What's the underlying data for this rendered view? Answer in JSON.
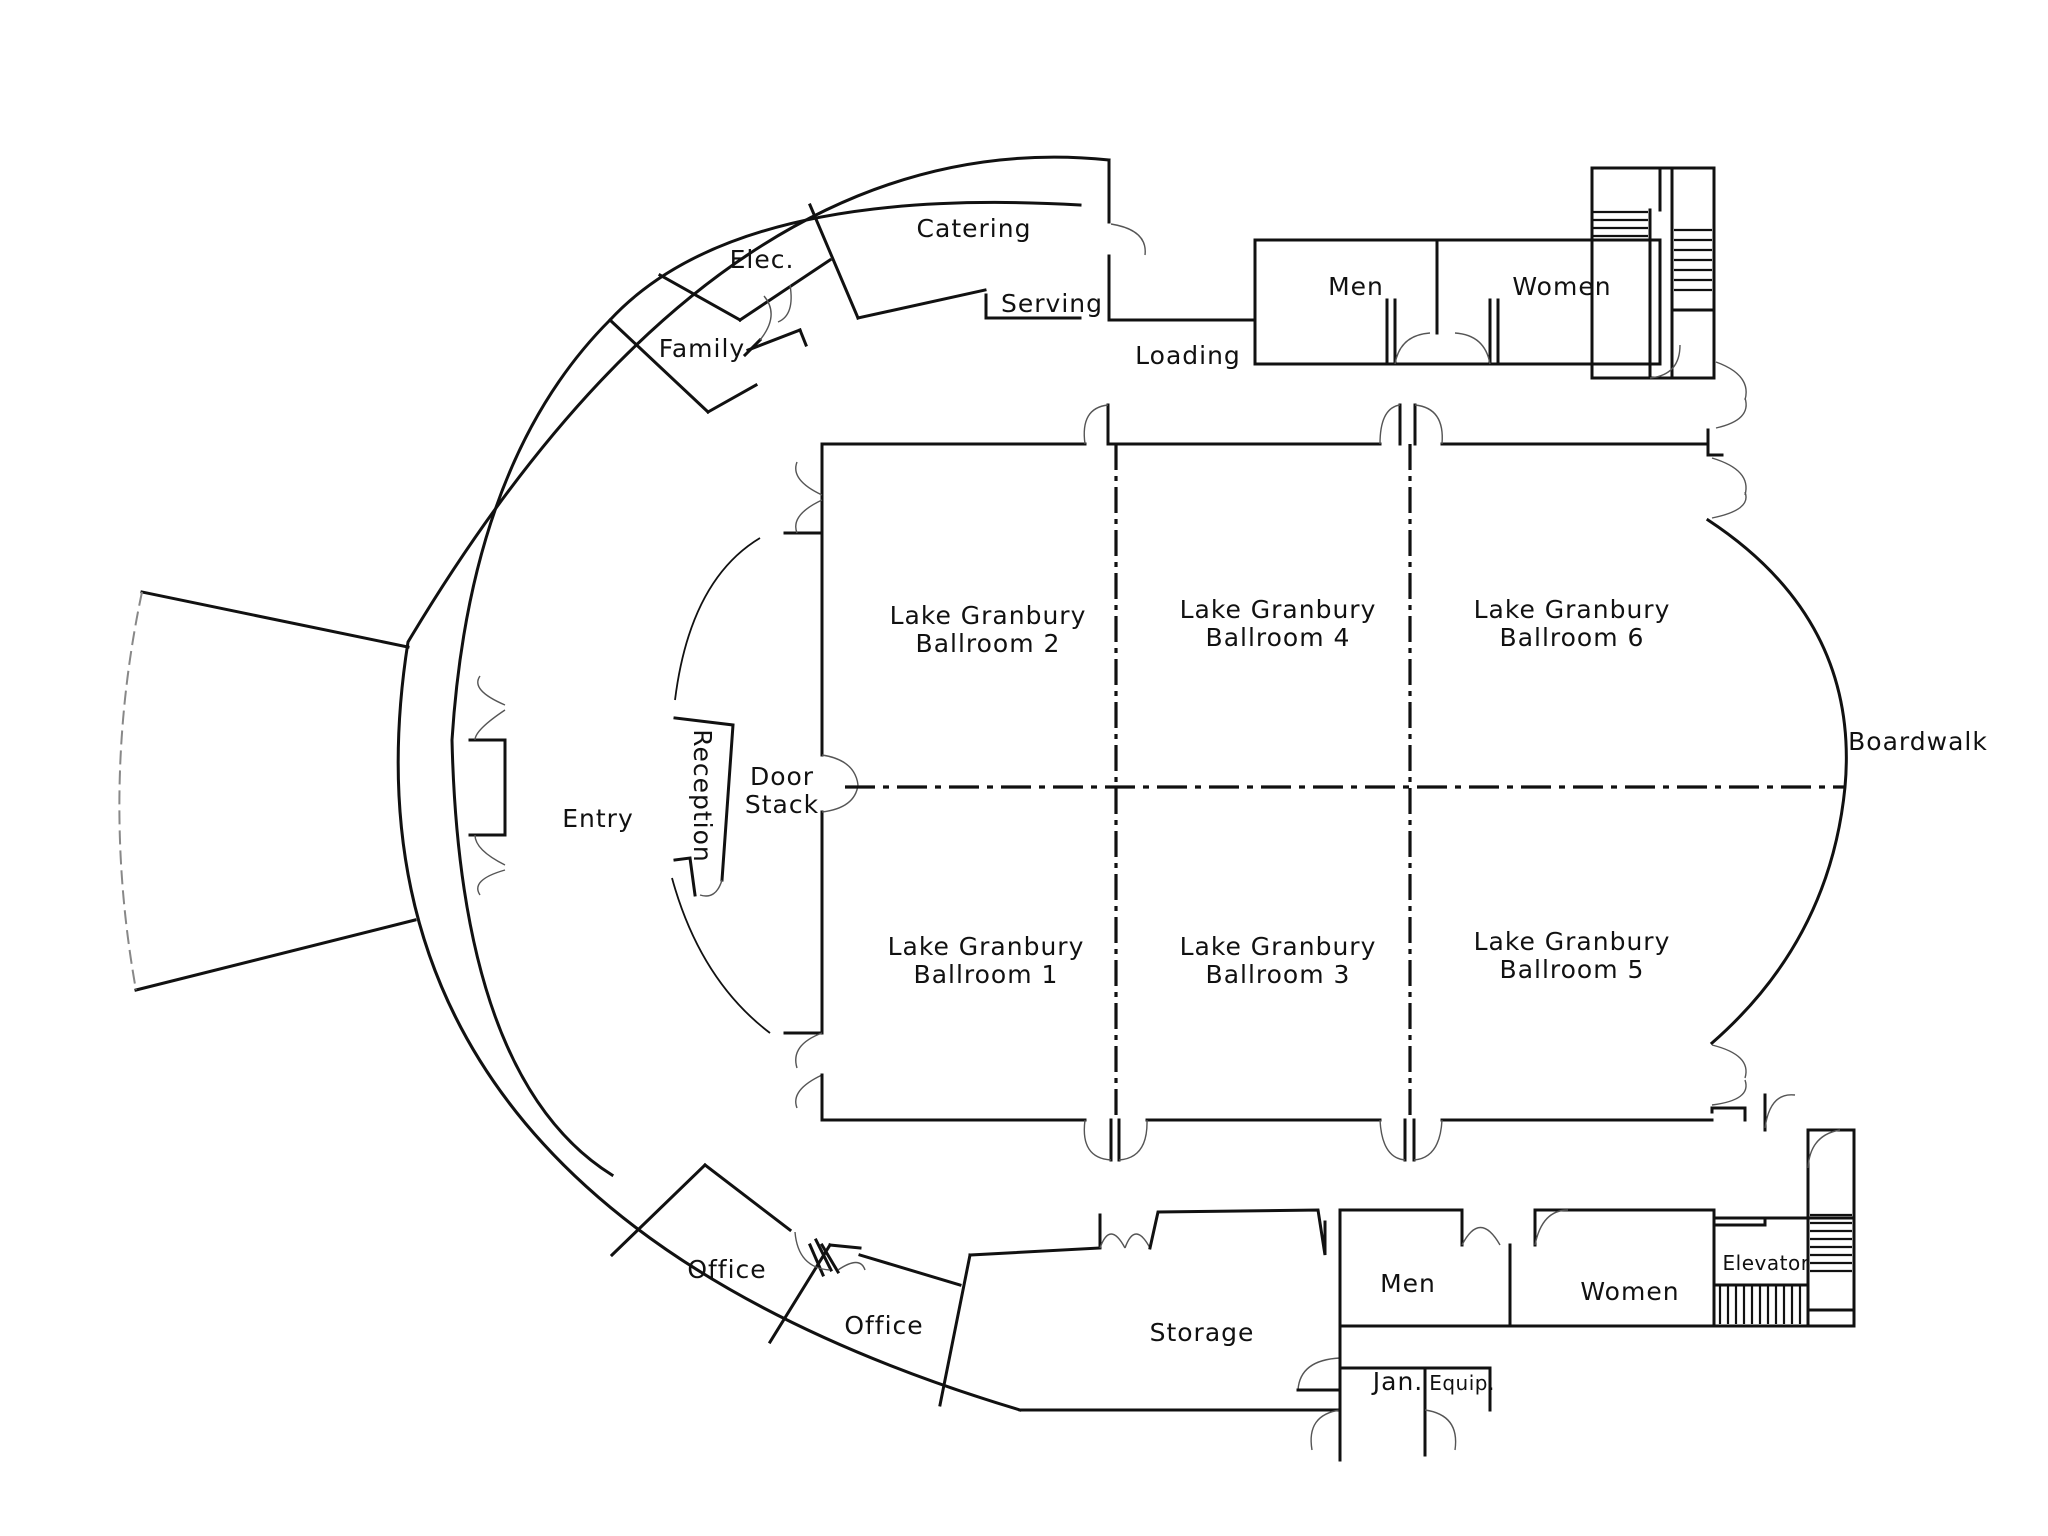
{
  "rooms": {
    "catering": "Catering",
    "elec": "Elec.",
    "family": "Family",
    "serving": "Serving",
    "loading": "Loading",
    "men_top": "Men",
    "women_top": "Women",
    "entry": "Entry",
    "reception": "Reception",
    "door_stack_1": "Door",
    "door_stack_2": "Stack",
    "ballroom_2": [
      "Lake Granbury",
      "Ballroom 2"
    ],
    "ballroom_4": [
      "Lake Granbury",
      "Ballroom 4"
    ],
    "ballroom_6": [
      "Lake Granbury",
      "Ballroom 6"
    ],
    "ballroom_1": [
      "Lake Granbury",
      "Ballroom 1"
    ],
    "ballroom_3": [
      "Lake Granbury",
      "Ballroom 3"
    ],
    "ballroom_5": [
      "Lake Granbury",
      "Ballroom 5"
    ],
    "boardwalk": "Boardwalk",
    "office_1": "Office",
    "office_2": "Office",
    "storage": "Storage",
    "men_bottom": "Men",
    "women_bottom": "Women",
    "elevator": "Elevator",
    "jan": "Jan.",
    "equip": "Equip."
  }
}
